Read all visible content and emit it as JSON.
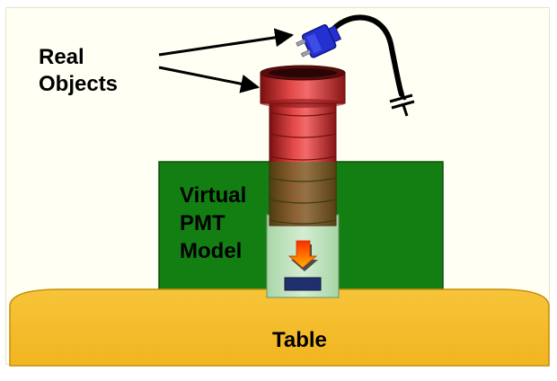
{
  "labels": {
    "real_objects_line1": "Real",
    "real_objects_line2": "Objects",
    "virtual_line1": "Virtual",
    "virtual_line2": "PMT",
    "virtual_line3": "Model",
    "table": "Table"
  },
  "colors": {
    "background": "#fffff3",
    "green_box": "#137f13",
    "table": "#f5bd2c",
    "pmt_red": "#d23535",
    "plug_blue": "#2430d0",
    "cable": "#000000"
  },
  "icons": [
    "arrow-icon",
    "plug-icon",
    "cable-icon",
    "capacitor-icon",
    "cylinder-icon",
    "down-arrow-icon"
  ]
}
